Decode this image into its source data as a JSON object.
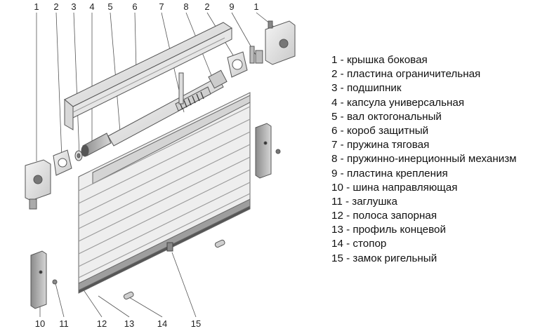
{
  "callouts": [
    "1",
    "2",
    "3",
    "4",
    "5",
    "6",
    "7",
    "8",
    "2",
    "9",
    "1",
    "10",
    "11",
    "12",
    "13",
    "14",
    "15"
  ],
  "legend": [
    "1 - крышка боковая",
    "2 - пластина ограничительная",
    "3 - подшипник",
    "4 - капсула универсальная",
    "5 - вал октогональный",
    "6 - короб защитный",
    "7 - пружина тяговая",
    "8 - пружинно-инерционный механизм",
    "9 - пластина крепления",
    "10 - шина направляющая",
    "11 - заглушка",
    "12 - полоса запорная",
    "13 - профиль концевой",
    "14 - стопор",
    "15 - замок ригельный"
  ]
}
